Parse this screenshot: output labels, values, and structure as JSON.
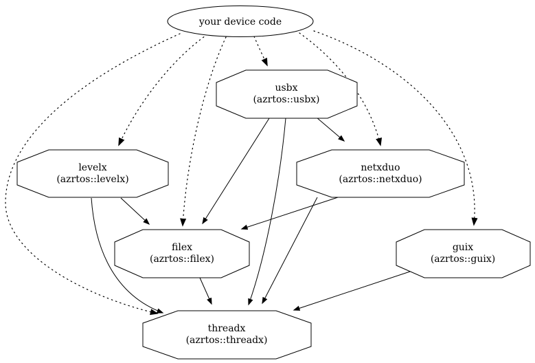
{
  "diagram": {
    "type": "dependency-graph",
    "colors": {
      "stroke": "#000000",
      "background": "#ffffff"
    },
    "nodes": {
      "root": {
        "label": "your device code",
        "shape": "ellipse"
      },
      "usbx": {
        "label": "usbx",
        "sublabel": "(azrtos::usbx)",
        "shape": "octagon"
      },
      "levelx": {
        "label": "levelx",
        "sublabel": "(azrtos::levelx)",
        "shape": "octagon"
      },
      "netxduo": {
        "label": "netxduo",
        "sublabel": "(azrtos::netxduo)",
        "shape": "octagon"
      },
      "filex": {
        "label": "filex",
        "sublabel": "(azrtos::filex)",
        "shape": "octagon"
      },
      "guix": {
        "label": "guix",
        "sublabel": "(azrtos::guix)",
        "shape": "octagon"
      },
      "threadx": {
        "label": "threadx",
        "sublabel": "(azrtos::threadx)",
        "shape": "octagon"
      }
    },
    "edges": [
      {
        "from": "root",
        "to": "usbx",
        "style": "dotted"
      },
      {
        "from": "root",
        "to": "levelx",
        "style": "dotted"
      },
      {
        "from": "root",
        "to": "filex",
        "style": "dotted"
      },
      {
        "from": "root",
        "to": "netxduo",
        "style": "dotted"
      },
      {
        "from": "root",
        "to": "guix",
        "style": "dotted"
      },
      {
        "from": "root",
        "to": "threadx",
        "style": "dotted"
      },
      {
        "from": "usbx",
        "to": "netxduo",
        "style": "solid"
      },
      {
        "from": "usbx",
        "to": "filex",
        "style": "solid"
      },
      {
        "from": "usbx",
        "to": "threadx",
        "style": "solid"
      },
      {
        "from": "levelx",
        "to": "filex",
        "style": "solid"
      },
      {
        "from": "levelx",
        "to": "threadx",
        "style": "solid"
      },
      {
        "from": "netxduo",
        "to": "filex",
        "style": "solid"
      },
      {
        "from": "netxduo",
        "to": "threadx",
        "style": "solid"
      },
      {
        "from": "filex",
        "to": "threadx",
        "style": "solid"
      },
      {
        "from": "guix",
        "to": "threadx",
        "style": "solid"
      }
    ]
  }
}
